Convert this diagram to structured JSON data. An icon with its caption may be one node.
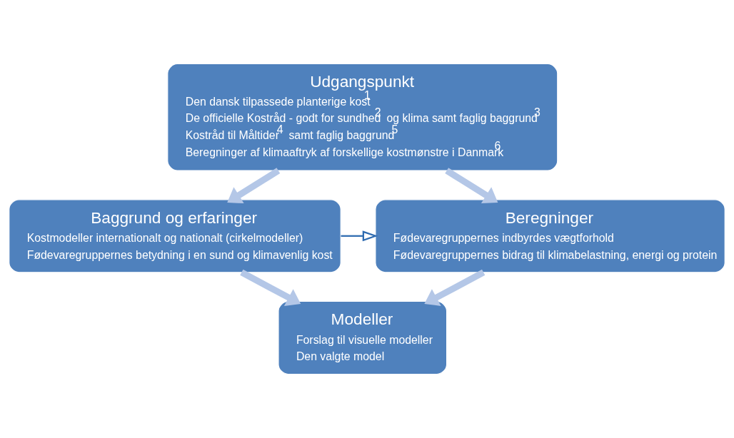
{
  "diagram": {
    "nodes": [
      {
        "text": [
          "Udgangspunkt",
          "Den dansk tilpassede planterige kost$^{1}$",
          "De officielle Kostråd - godt for sundhed$^{2}$ og klima samt faglig baggrund$^{3}$",
          "Kostråd til Måltider$^{4}$ samt faglig baggrund$^{5}$",
          "Beregninger af klimaaftryk af forskellige kostmønstre i Danmark$^{6}$"
        ]
      },
      {
        "text": [
          "Baggrund og erfaringer",
          "Kostmodeller internationalt og nationalt (cirkelmodeller)",
          "Fødevaregruppernes betydning i en sund og klimavenlig kost"
        ]
      },
      {
        "text": [
          "Beregninger",
          "Fødevaregruppernes indbyrdes vægtforhold",
          "Fødevaregruppernes bidrag til klimabelastning, energi og protein"
        ]
      },
      {
        "text": [
          "Modeller",
          "Forslag til visuelle modeller",
          "Den valgte model"
        ]
      }
    ],
    "edges": [
      {
        "from": 0,
        "to": 1,
        "arrow": "to"
      },
      {
        "from": 0,
        "to": 2,
        "arrow": "to"
      },
      {
        "from": 1,
        "to": 2,
        "arrow": "to",
        "color": "#2e6bb0"
      },
      {
        "from": 1,
        "to": 3,
        "arrow": "to"
      },
      {
        "from": 2,
        "to": 3,
        "arrow": "to"
      }
    ]
  }
}
